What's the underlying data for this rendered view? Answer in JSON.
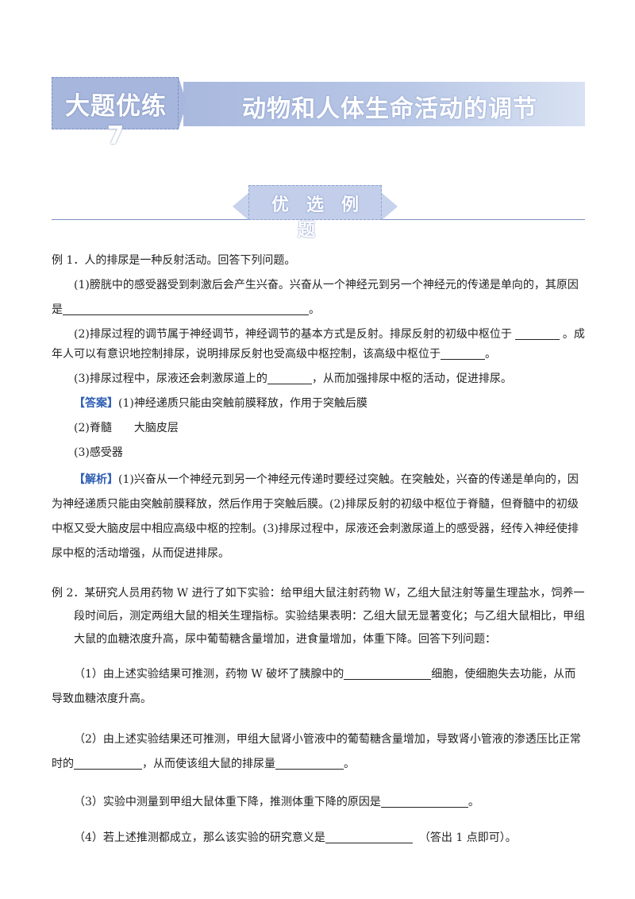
{
  "header": {
    "tag": "大题优练 7",
    "title": "动物和人体生命活动的调节"
  },
  "section": {
    "title": "优选例题"
  },
  "example1": {
    "stem": "例 1．人的排尿是一种反射活动。回答下列问题。",
    "q1_a": "(1)膀胱中的感受器受到刺激后会产生兴奋。兴奋从一个神经元到另一个神经元的传递是单向的，其原因",
    "q1_b": "是",
    "q1_c": "。",
    "q2_a": "(2)排尿过程的调节属于神经调节，神经调节的基本方式是反射。排尿反射的初级中枢位于",
    "q2_b": "。成年人可以有意识地控制排尿，说明排尿反射也受高级中枢控制，该高级中枢位于",
    "q2_c": "。",
    "q3_a": "(3)排尿过程中，尿液还会刺激尿道上的",
    "q3_b": "，从而加强排尿中枢的活动，促进排尿。",
    "answer_label": "【答案】",
    "answer_1": "(1)神经递质只能由突触前膜释放，作用于突触后膜",
    "answer_2": "(2)脊髓　　大脑皮层",
    "answer_3": "(3)感受器",
    "analysis_label": "【解析】",
    "analysis": "(1)兴奋从一个神经元到另一个神经元传递时要经过突触。在突触处，兴奋的传递是单向的，因为神经递质只能由突触前膜释放，然后作用于突触后膜。(2)排尿反射的初级中枢位于脊髓，但脊髓中的初级中枢又受大脑皮层中相应高级中枢的控制。(3)排尿过程中，尿液还会刺激尿道上的感受器，经传入神经使排尿中枢的活动增强，从而促进排尿。"
  },
  "example2": {
    "stem": "例 2．某研究人员用药物 W 进行了如下实验：给甲组大鼠注射药物 W，乙组大鼠注射等量生理盐水，饲养一段时间后，测定两组大鼠的相关生理指标。实验结果表明：乙组大鼠无显著变化；与乙组大鼠相比，甲组大鼠的血糖浓度升高，尿中葡萄糖含量增加，进食量增加，体重下降。回答下列问题：",
    "q1_a": "（1）由上述实验结果可推测，药物 W 破坏了胰腺中的",
    "q1_b": "细胞，使细胞失去功能，从而导致血糖浓度升高。",
    "q2_a": "（2）由上述实验结果还可推测，甲组大鼠肾小管液中的葡萄糖含量增加，导致肾小管液的渗透压比正常时的",
    "q2_b": "，从而使该组大鼠的排尿量",
    "q2_c": "。",
    "q3_a": "（3）实验中测量到甲组大鼠体重下降，推测体重下降的原因是",
    "q3_b": "。",
    "q4_a": "（4）若上述推测都成立，那么该实验的研究意义是",
    "q4_b": "（答出 1 点即可）。"
  }
}
